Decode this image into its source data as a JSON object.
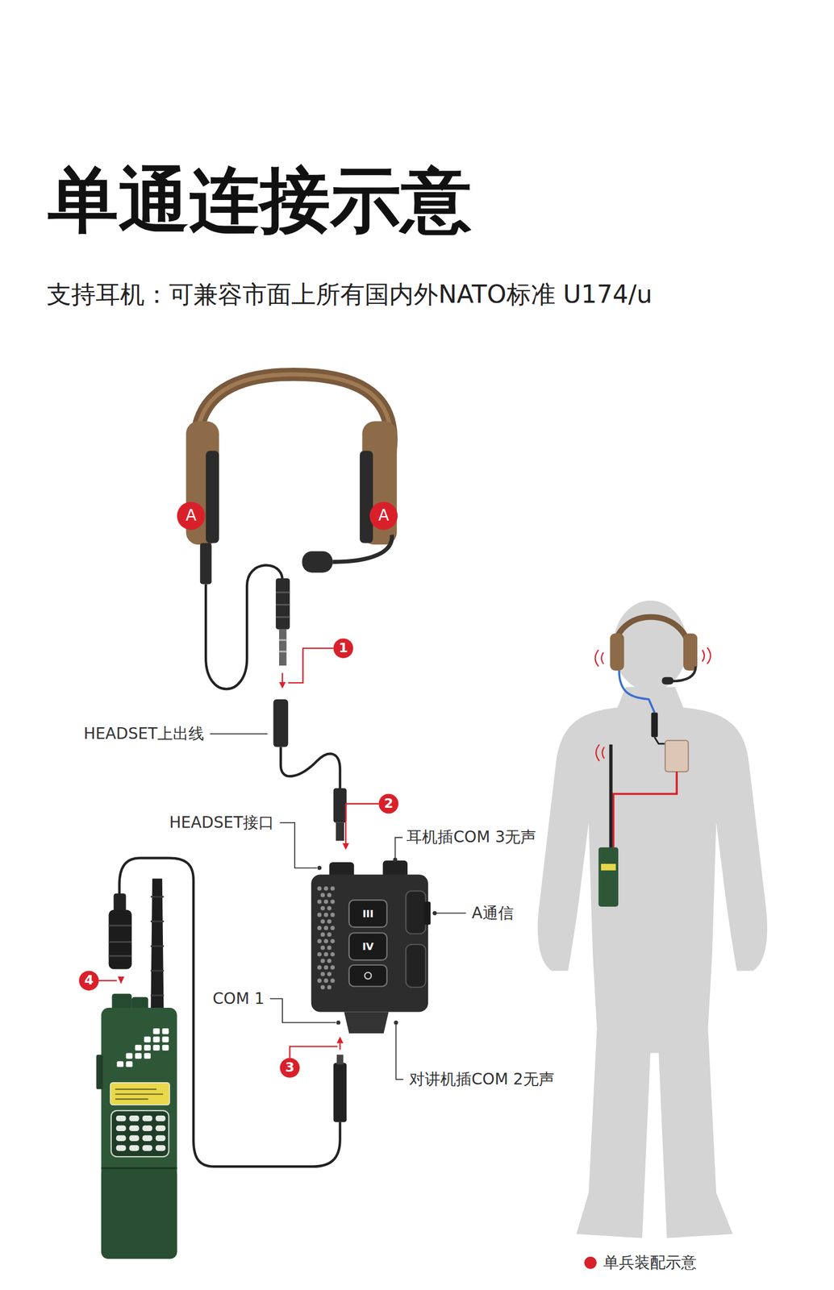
{
  "diagram": {
    "title": "单通连接示意",
    "labels": [
      "支持耳机：可兼容市面上所有国内外NATO标准 U174/u",
      "A",
      "A",
      "1",
      "HEADSET上出线",
      "2",
      "HEADSET接口",
      "耳机插COM 3无声",
      "III",
      "A通信",
      "IV",
      "4",
      "COM 1",
      "3",
      "对讲机插COM 2无声"
    ],
    "legend": [
      {
        "text": "单兵装配示意",
        "color": "#d9202a"
      }
    ]
  }
}
